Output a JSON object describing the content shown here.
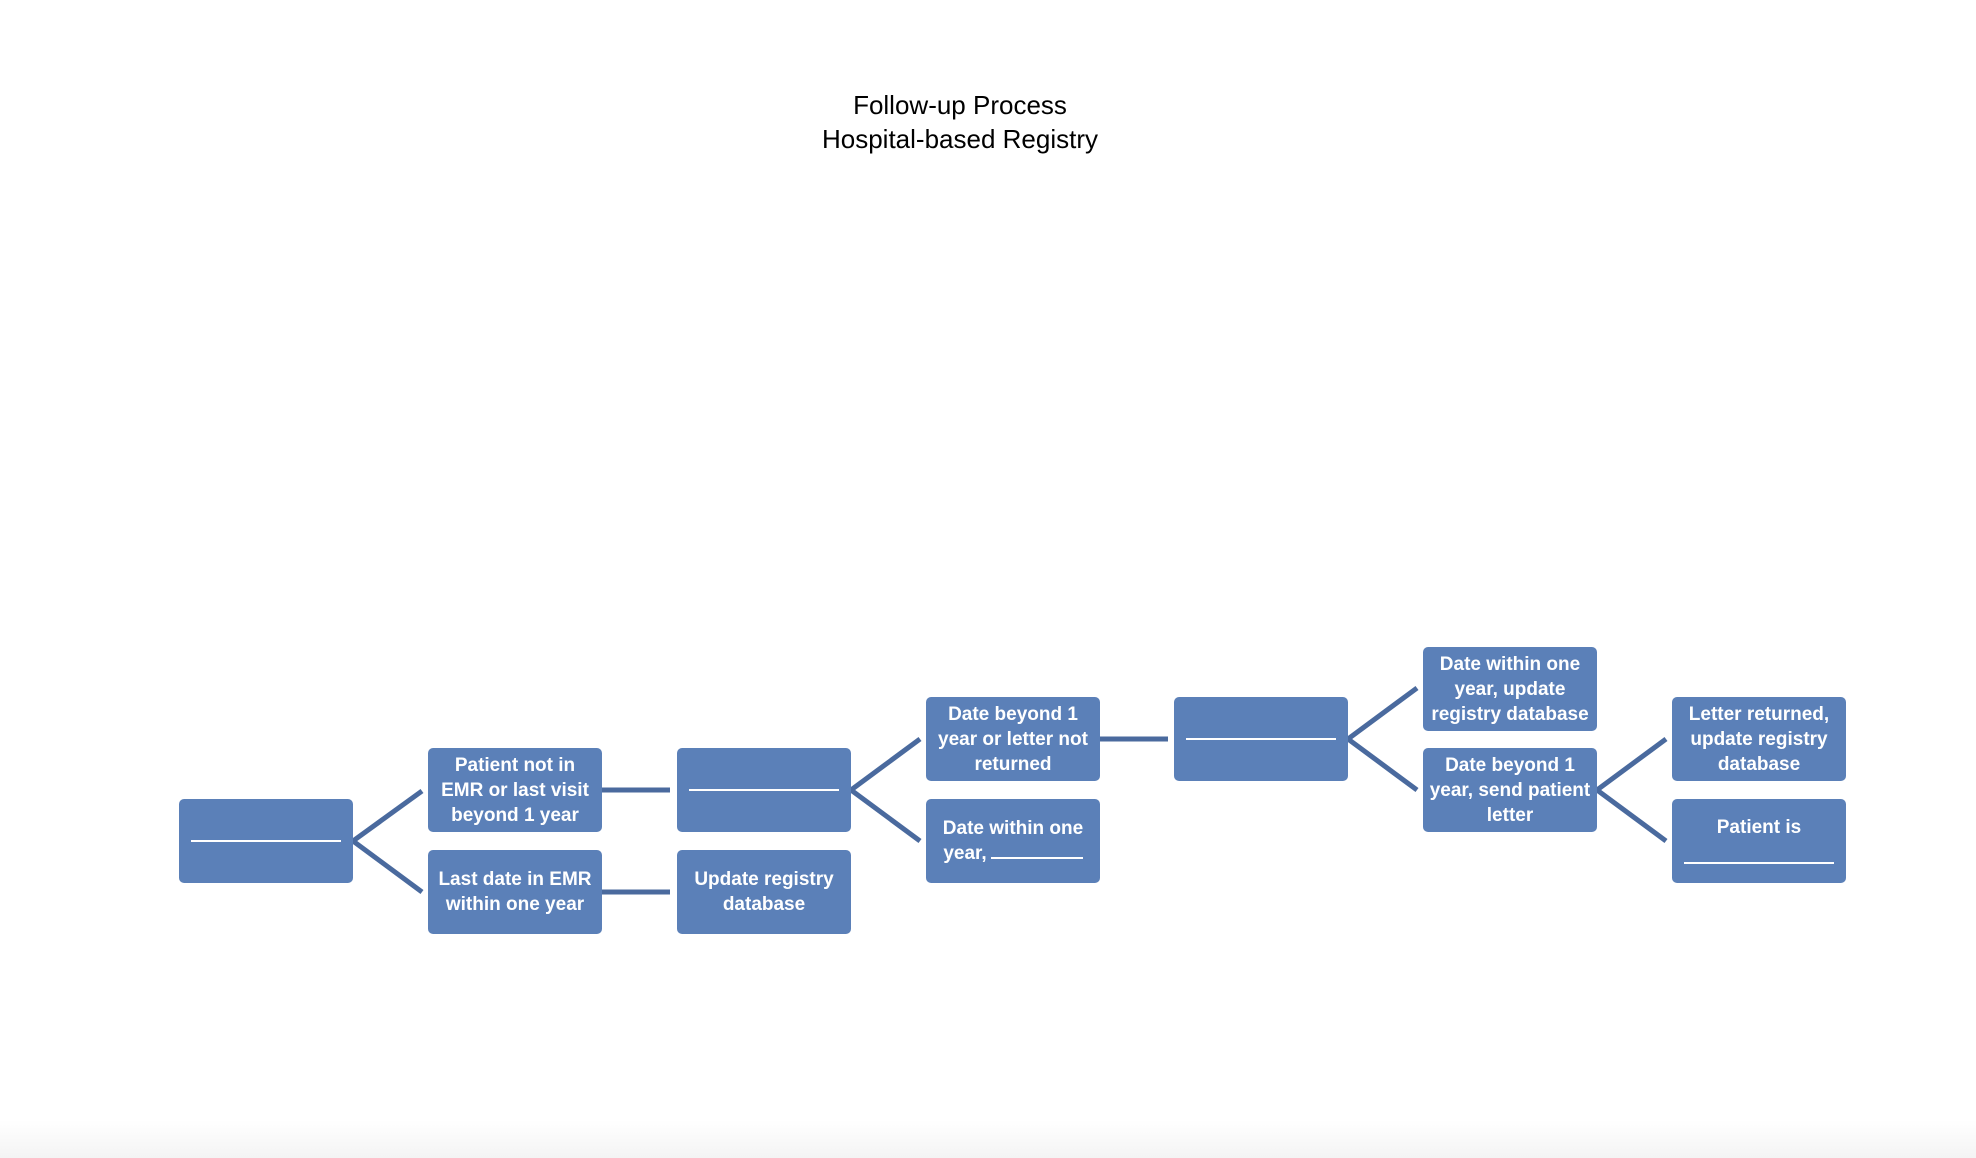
{
  "title": {
    "line1": "Follow-up Process",
    "line2": "Hospital-based Registry"
  },
  "colors": {
    "node_fill": "#5b80b8",
    "connector": "#4a6a9e",
    "node_text": "#ffffff"
  },
  "nodes": {
    "root": {
      "text": ""
    },
    "not_in_emr": {
      "lines": [
        "Patient not in",
        "EMR or last visit",
        "beyond 1 year"
      ]
    },
    "last_date_emr": {
      "lines": [
        "Last date in EMR",
        "within one year"
      ]
    },
    "step2_blank": {
      "text": ""
    },
    "update_db_1": {
      "lines": [
        "Update registry",
        "database"
      ]
    },
    "date_beyond_letter": {
      "lines": [
        "Date beyond 1",
        "year or letter not",
        "returned"
      ]
    },
    "date_within_blank": {
      "lines": [
        "Date within one",
        "year,"
      ]
    },
    "step4_blank": {
      "text": ""
    },
    "date_within_update": {
      "lines": [
        "Date within one",
        "year, update",
        "registry database"
      ]
    },
    "date_beyond_send": {
      "lines": [
        "Date beyond 1",
        "year, send patient",
        "letter"
      ]
    },
    "letter_returned": {
      "lines": [
        "Letter returned,",
        "update registry",
        "database"
      ]
    },
    "patient_is": {
      "lines": [
        "Patient is"
      ]
    }
  }
}
